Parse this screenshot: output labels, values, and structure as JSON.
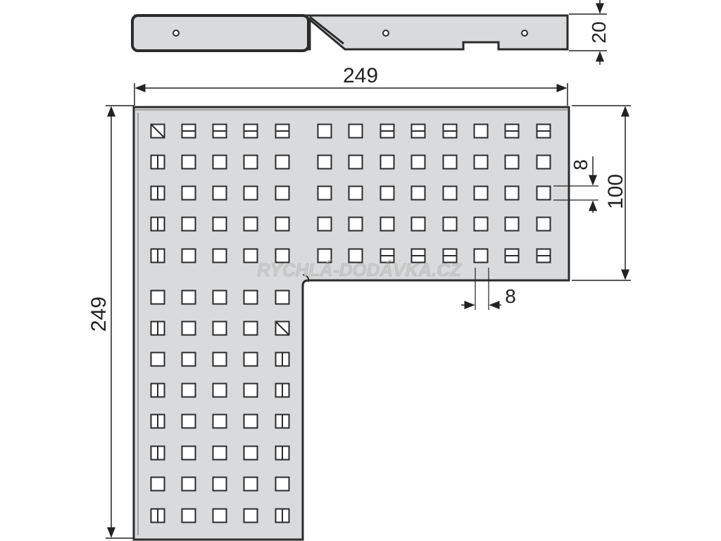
{
  "colors": {
    "plate_fill": "#d9dadb",
    "plate_edge": "#2b2b2b",
    "hole_fill": "#ffffff",
    "dimension_line": "#222222",
    "watermark": "#c8c8c8"
  },
  "dimensions": {
    "top_width": "249",
    "left_height": "249",
    "side_thickness": "20",
    "arm_width": "100",
    "hole_size_vertical": "8",
    "hole_size_horizontal": "8"
  },
  "watermark": {
    "text": "RYCHLÁ-DODÁVKA.CZ"
  },
  "grid": {
    "top_columns": 13,
    "top_rows": 5,
    "left_columns": 5,
    "left_rows": 8
  }
}
